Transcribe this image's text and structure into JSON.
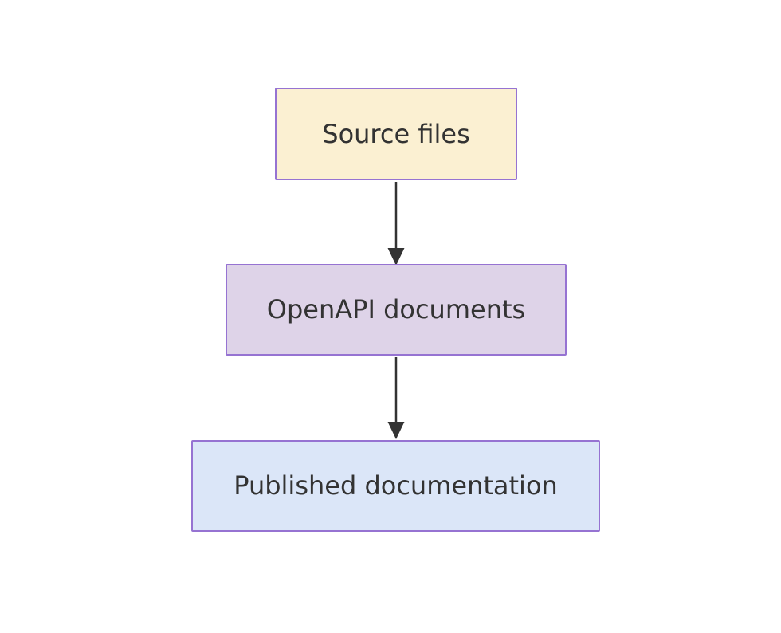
{
  "diagram": {
    "type": "flowchart",
    "direction": "top-down",
    "nodes": [
      {
        "id": "source",
        "label": "Source files",
        "fill": "#fbf0d2",
        "border": "#9673d2"
      },
      {
        "id": "openapi",
        "label": "OpenAPI documents",
        "fill": "#ded3e8",
        "border": "#9673d2"
      },
      {
        "id": "published",
        "label": "Published documentation",
        "fill": "#dbe6f8",
        "border": "#9673d2"
      }
    ],
    "edges": [
      {
        "from": "source",
        "to": "openapi",
        "arrow": "down"
      },
      {
        "from": "openapi",
        "to": "published",
        "arrow": "down"
      }
    ],
    "colors": {
      "background": "#ffffff",
      "edge": "#333333",
      "text": "#333333"
    }
  }
}
